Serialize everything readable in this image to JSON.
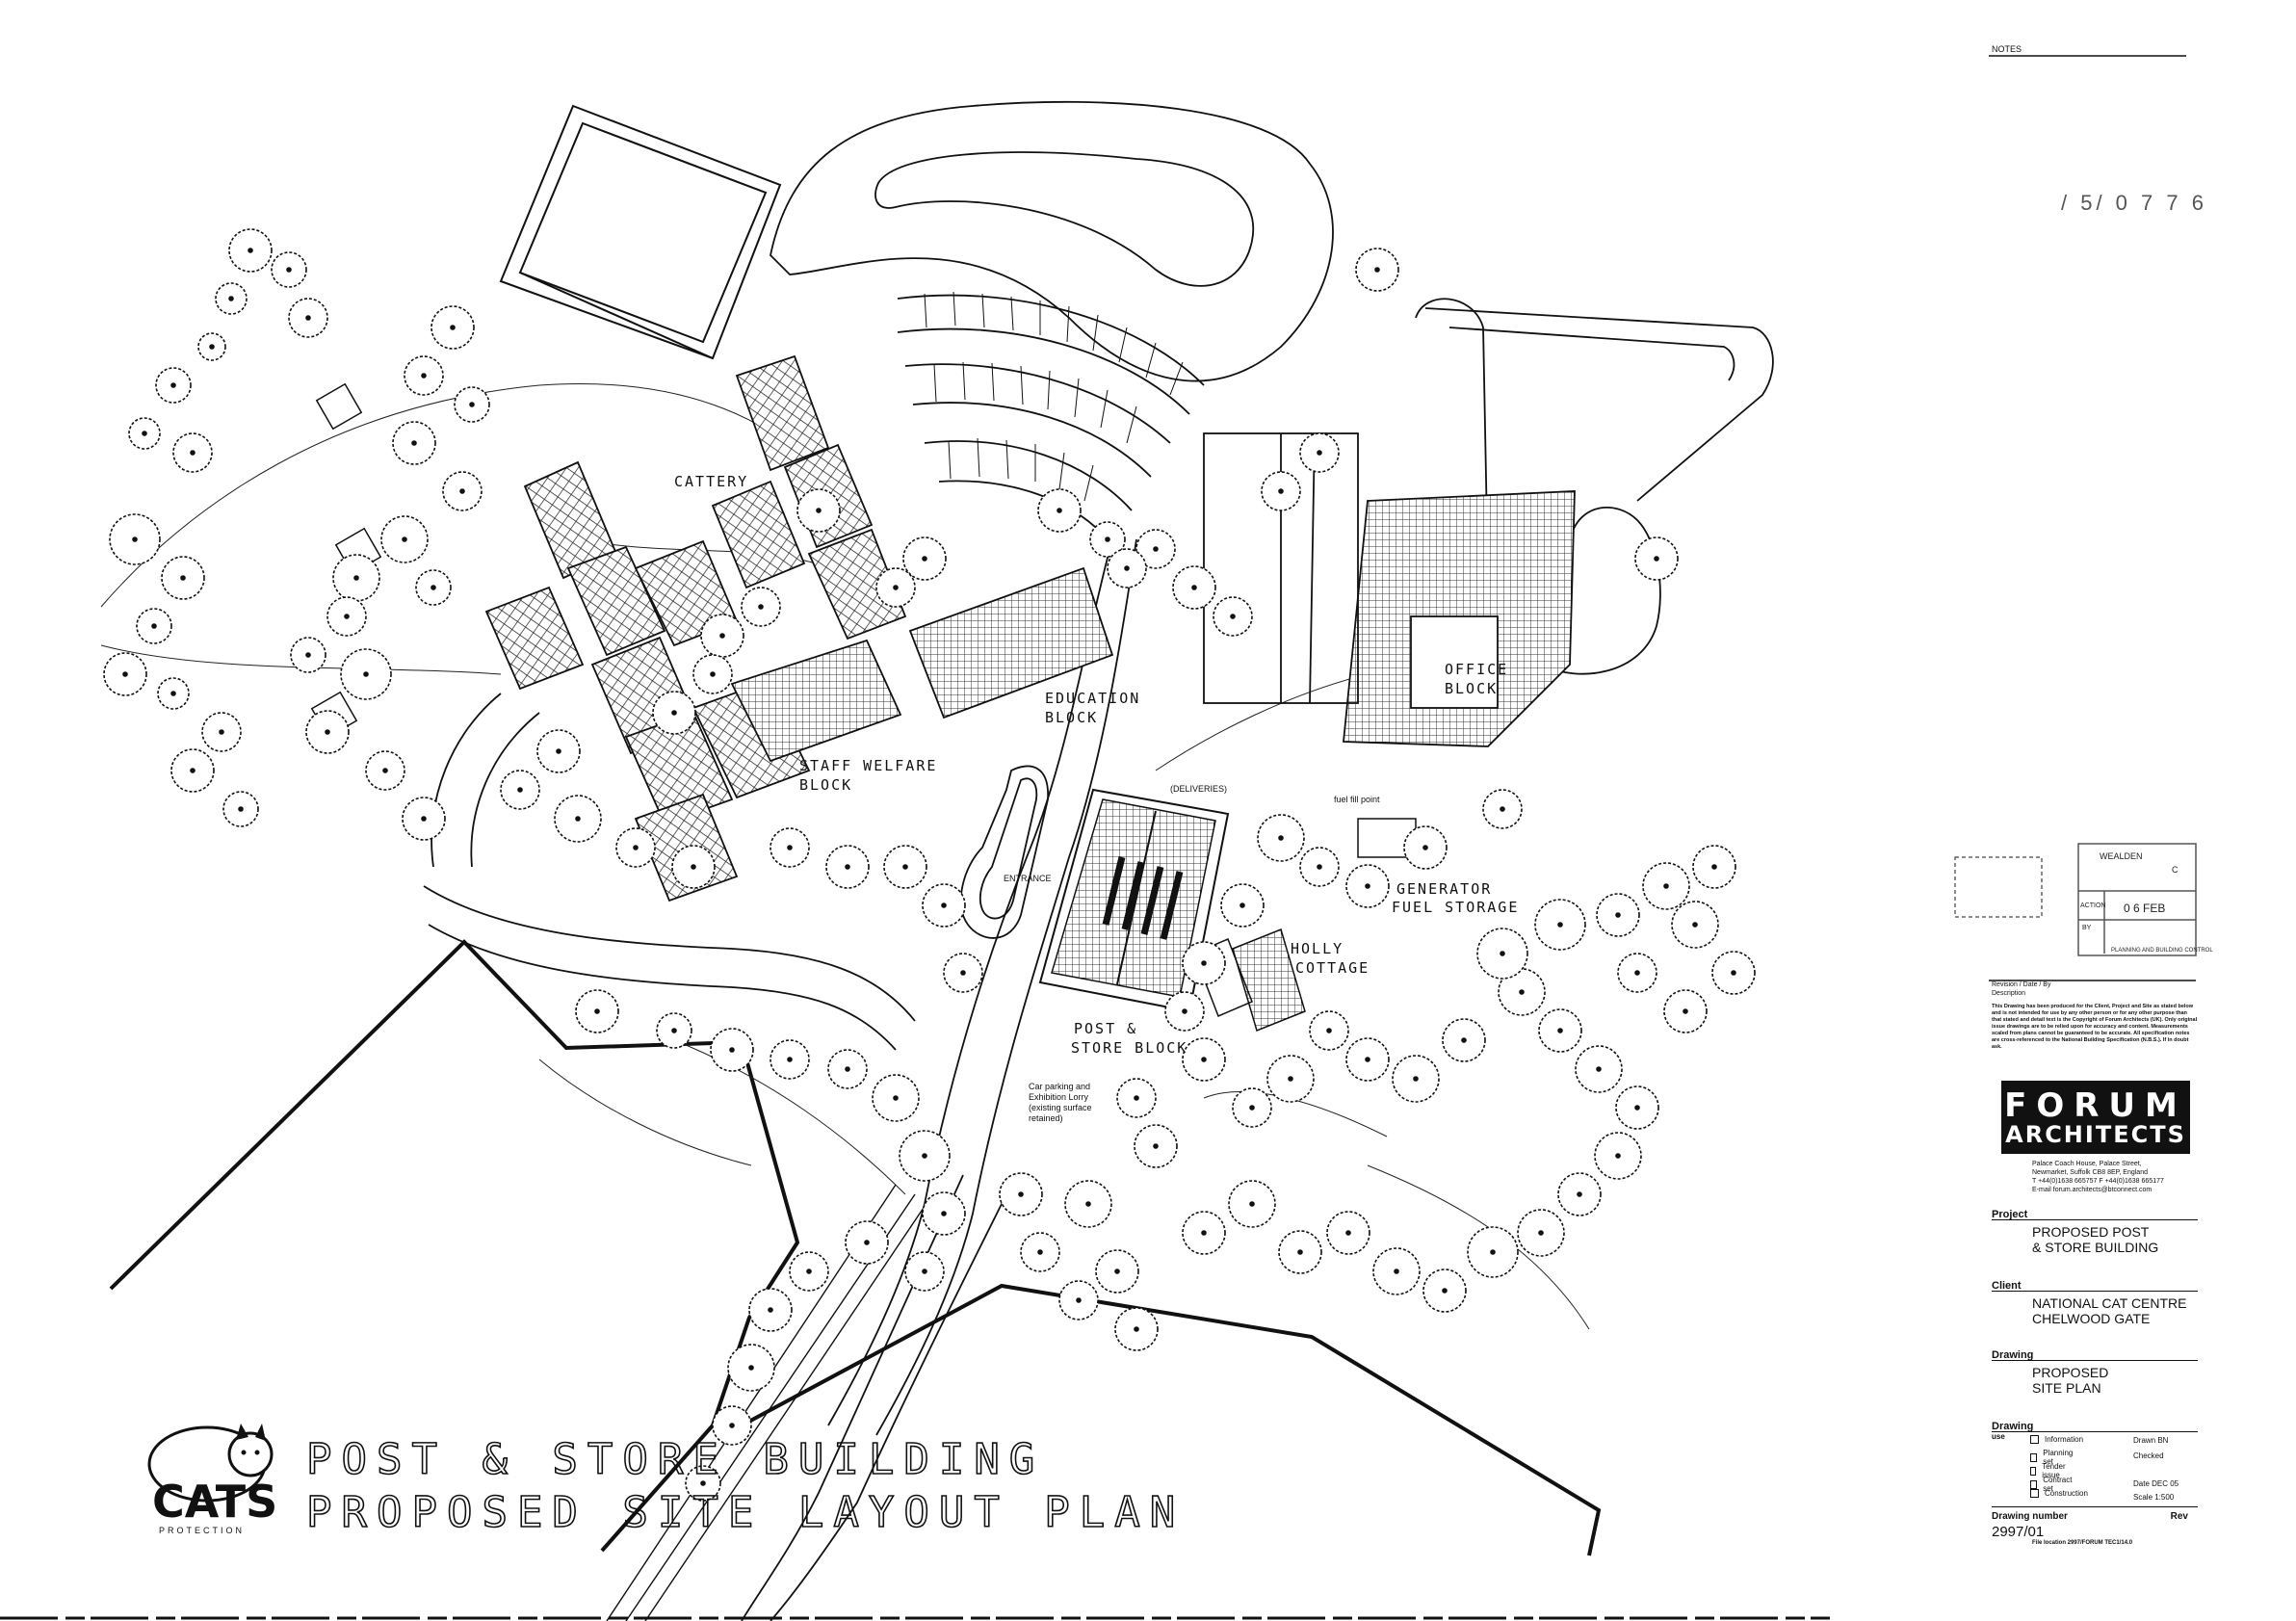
{
  "notes_heading": "NOTES",
  "stamp_number": "/ 5/ 0 7 7 6",
  "stamp_box": {
    "line1": "WEALDEN",
    "line2": "C",
    "line3": "0 6 FEB",
    "line4": "ACTION",
    "line5": "BY",
    "line6": "PLANNING AND BUILDING CONTROL"
  },
  "revision_header": "Revision / Date / By",
  "revision_sub": "Description",
  "disclaimer": "This Drawing has been produced for the Client, Project and Site as stated below and is not intended for use by any other person or for any other purpose than that stated and detail text is the Copyright of Forum Architects (UK). Only original issue drawings are to be relied upon for accuracy and content. Measurements scaled from plans cannot be guaranteed to be accurate. All specification notes are cross-referenced to the National Building Specification (N.B.S.). If in doubt ask.",
  "firm": {
    "name_top": "FORUM",
    "name_bottom": "ARCHITECTS",
    "address1": "Palace Coach House, Palace Street,",
    "address2": "Newmarket, Suffolk CB8 8EP, England",
    "phone": "T +44(0)1638 665757 F +44(0)1638 665177",
    "email": "E-mail forum.architects@btconnect.com"
  },
  "project_label": "Project",
  "project_value_1": "PROPOSED POST",
  "project_value_2": "& STORE BUILDING",
  "client_label": "Client",
  "client_value_1": "NATIONAL CAT CENTRE",
  "client_value_2": "CHELWOOD GATE",
  "drawing_label": "Drawing",
  "drawing_value_1": "PROPOSED",
  "drawing_value_2": "SITE PLAN",
  "drawing_status_label": "Drawing",
  "drawing_status_sub": "use",
  "status_items": [
    "Information",
    "Planning set",
    "Tender issue",
    "Contract set",
    "Construction"
  ],
  "drawn_label": "Drawn BN",
  "checked_label": "Checked",
  "date_label": "Date DEC 05",
  "scale_label": "Scale 1:500",
  "drawing_number_label": "Drawing number",
  "rev_label": "Rev",
  "drawing_number": "2997/01",
  "file_location": "File location 2997/FORUM TEC1/14.0",
  "title": {
    "line1": "POST & STORE BUILDING",
    "line2": "PROPOSED SITE LAYOUT PLAN"
  },
  "logo": {
    "name": "CATS",
    "sub": "PROTECTION"
  },
  "labels": {
    "cattery": "CATTERY",
    "education": "EDUCATION",
    "block1": "BLOCK",
    "staff": "STAFF WELFARE",
    "block2": "BLOCK",
    "office": "OFFICE",
    "block3": "BLOCK",
    "deliveries": "(DELIVERIES)",
    "fuel_fill": "fuel fill point",
    "entrance": "ENTRANCE",
    "generator": "GENERATOR",
    "fuel_storage": "FUEL STORAGE",
    "holly": "HOLLY",
    "cottage": "COTTAGE",
    "post": "POST &",
    "store_block": "STORE BLOCK",
    "car1": "Car parking and",
    "car2": "Exhibition Lorry",
    "car3": "(existing surface",
    "car4": "retained)"
  }
}
